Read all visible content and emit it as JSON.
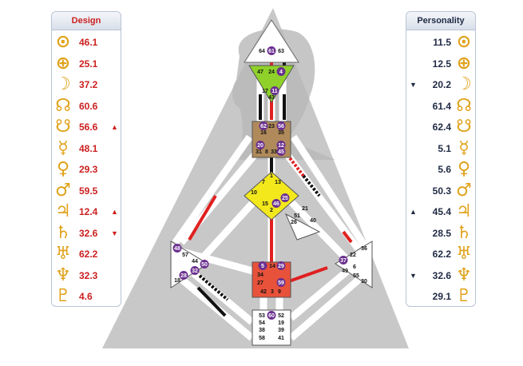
{
  "design": {
    "title": "Design",
    "rows": [
      {
        "symbol": "⊙",
        "icon": "sun-icon",
        "value": "46.1",
        "mark": ""
      },
      {
        "symbol": "⊕",
        "icon": "earth-icon",
        "value": "25.1",
        "mark": ""
      },
      {
        "symbol": "☽",
        "icon": "moon-icon",
        "value": "37.2",
        "mark": ""
      },
      {
        "symbol": "☊",
        "icon": "north-node-icon",
        "value": "60.6",
        "mark": ""
      },
      {
        "symbol": "☋",
        "icon": "south-node-icon",
        "value": "56.6",
        "mark": "▲"
      },
      {
        "symbol": "☿",
        "icon": "mercury-icon",
        "value": "48.1",
        "mark": ""
      },
      {
        "symbol": "♀",
        "icon": "venus-icon",
        "value": "29.3",
        "mark": ""
      },
      {
        "symbol": "♂",
        "icon": "mars-icon",
        "value": "59.5",
        "mark": ""
      },
      {
        "symbol": "♃",
        "icon": "jupiter-icon",
        "value": "12.4",
        "mark": "▲"
      },
      {
        "symbol": "♄",
        "icon": "saturn-icon",
        "value": "32.6",
        "mark": "▼"
      },
      {
        "symbol": "♅",
        "icon": "uranus-icon",
        "value": "62.2",
        "mark": ""
      },
      {
        "symbol": "♆",
        "icon": "neptune-icon",
        "value": "32.3",
        "mark": ""
      },
      {
        "symbol": "♇",
        "icon": "pluto-icon",
        "value": "4.6",
        "mark": ""
      }
    ]
  },
  "personality": {
    "title": "Personality",
    "rows": [
      {
        "symbol": "⊙",
        "icon": "sun-icon",
        "value": "11.5",
        "mark": ""
      },
      {
        "symbol": "⊕",
        "icon": "earth-icon",
        "value": "12.5",
        "mark": ""
      },
      {
        "symbol": "☽",
        "icon": "moon-icon",
        "value": "20.2",
        "mark": "▼"
      },
      {
        "symbol": "☊",
        "icon": "north-node-icon",
        "value": "61.4",
        "mark": ""
      },
      {
        "symbol": "☋",
        "icon": "south-node-icon",
        "value": "62.4",
        "mark": ""
      },
      {
        "symbol": "☿",
        "icon": "mercury-icon",
        "value": "5.1",
        "mark": ""
      },
      {
        "symbol": "♀",
        "icon": "venus-icon",
        "value": "5.6",
        "mark": ""
      },
      {
        "symbol": "♂",
        "icon": "mars-icon",
        "value": "50.3",
        "mark": ""
      },
      {
        "symbol": "♃",
        "icon": "jupiter-icon",
        "value": "45.4",
        "mark": "▲"
      },
      {
        "symbol": "♄",
        "icon": "saturn-icon",
        "value": "28.5",
        "mark": ""
      },
      {
        "symbol": "♅",
        "icon": "uranus-icon",
        "value": "62.2",
        "mark": ""
      },
      {
        "symbol": "♆",
        "icon": "neptune-icon",
        "value": "32.6",
        "mark": "▼"
      },
      {
        "symbol": "♇",
        "icon": "pluto-icon",
        "value": "29.1",
        "mark": ""
      }
    ]
  },
  "bodygraph": {
    "colors": {
      "red": "#e02020",
      "black": "#111111",
      "head": "#ffffff",
      "ajna": "#8fd12a",
      "throat": "#b08a5a",
      "g_center": "#f2e81c",
      "sacral": "#e8523a",
      "purple": "#6b2f8f",
      "body": "#c9c9c9"
    },
    "gates": {
      "head": [
        "64",
        "61",
        "63"
      ],
      "ajna": [
        "47",
        "24",
        "4",
        "17",
        "11",
        "43"
      ],
      "throat": [
        "62",
        "23",
        "56",
        "16",
        "35",
        "20",
        "12",
        "31",
        "8",
        "33",
        "45"
      ],
      "g": [
        "1",
        "7",
        "13",
        "10",
        "25",
        "15",
        "46",
        "2"
      ],
      "heart": [
        "21",
        "51",
        "26",
        "40"
      ],
      "spleen": [
        "48",
        "57",
        "44",
        "50",
        "32",
        "28",
        "18"
      ],
      "solar": [
        "36",
        "22",
        "37",
        "6",
        "49",
        "55",
        "30"
      ],
      "sacral": [
        "5",
        "14",
        "29",
        "34",
        "27",
        "59",
        "42",
        "3",
        "9"
      ],
      "root": [
        "53",
        "60",
        "52",
        "54",
        "19",
        "38",
        "39",
        "58",
        "41"
      ]
    }
  }
}
